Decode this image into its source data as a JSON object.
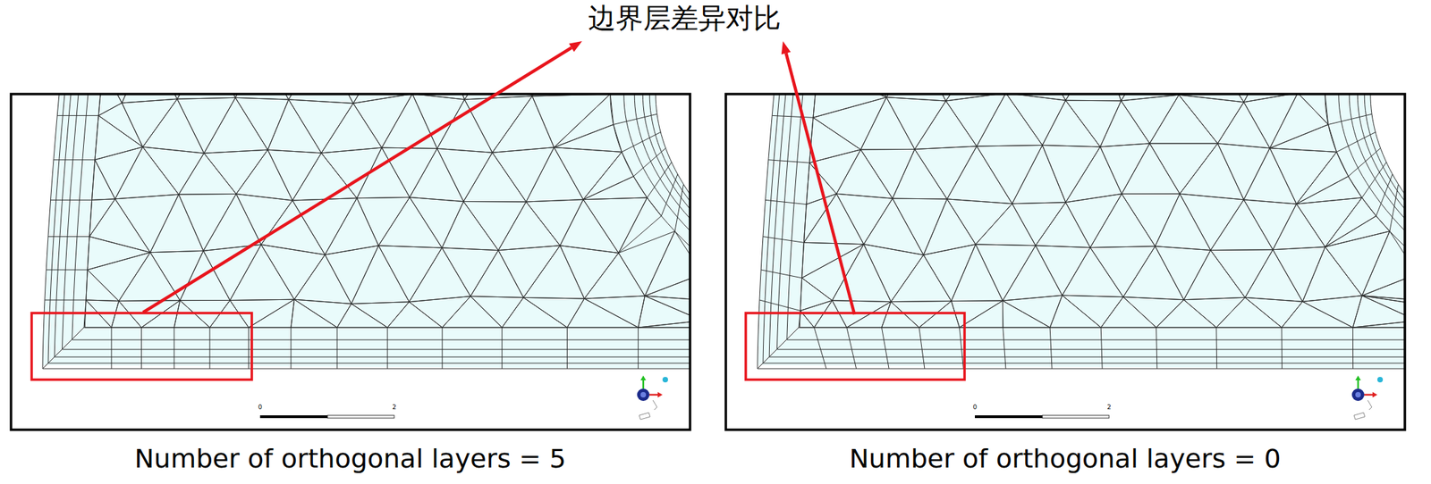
{
  "diagram": {
    "title": "边界层差异对比",
    "labels": [
      "0",
      "2",
      "0",
      "2",
      "Number of orthogonal layers = 5",
      "Number of orthogonal layers = 0"
    ]
  }
}
